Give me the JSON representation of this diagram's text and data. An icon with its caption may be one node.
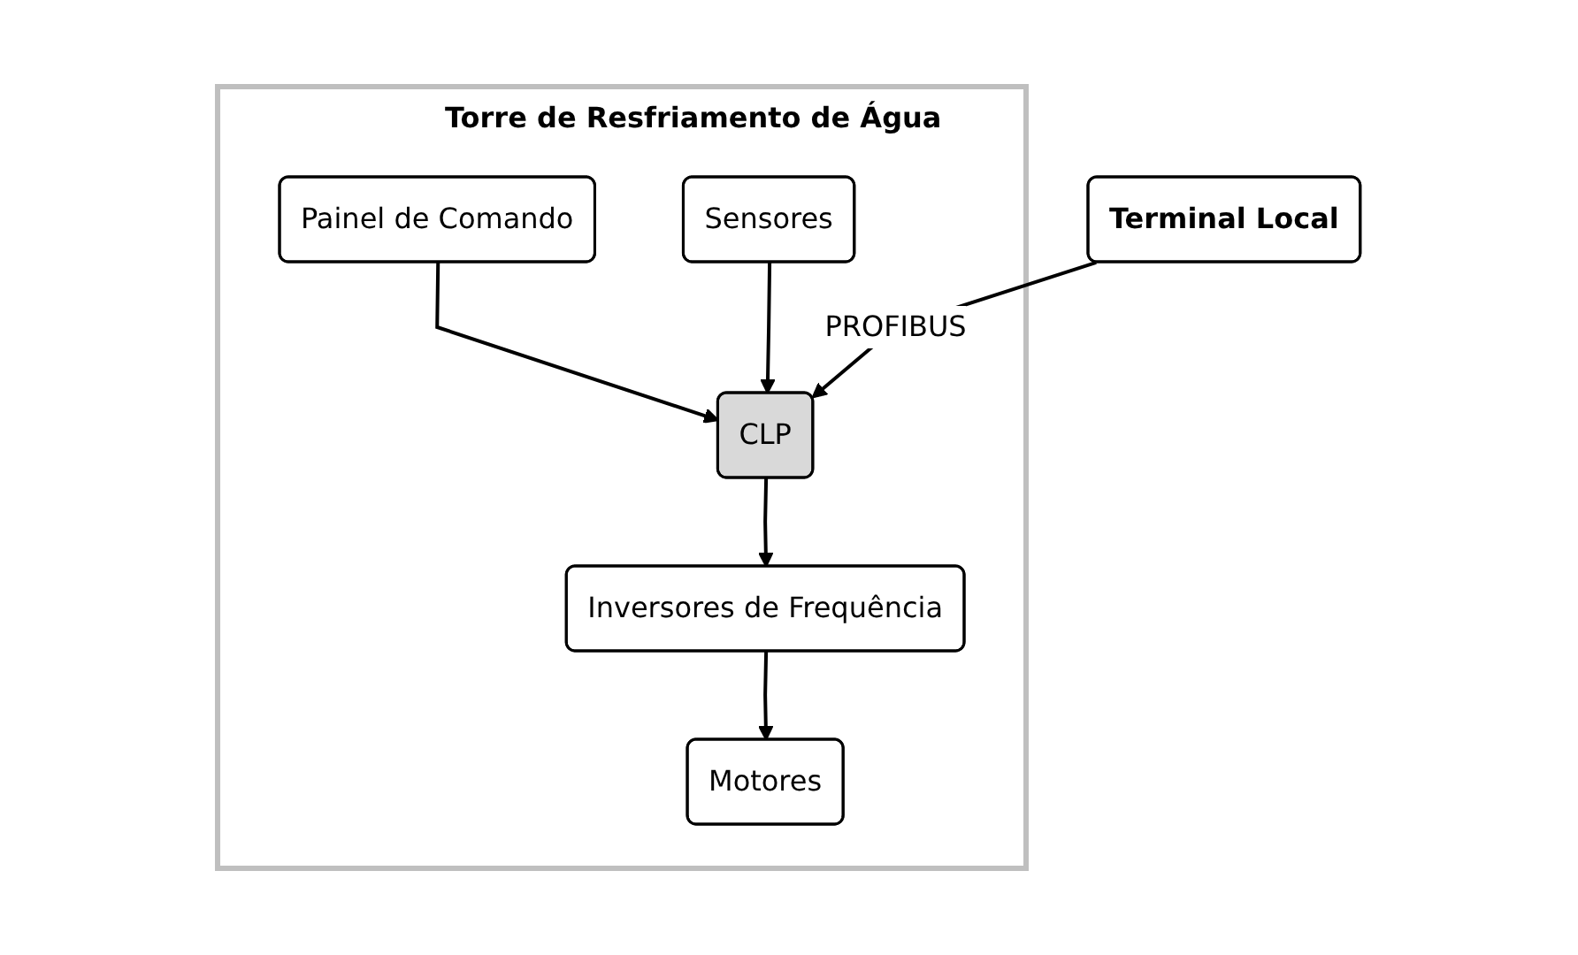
{
  "diagram": {
    "nodes": [
      {
        "text": [
          "Torre de Resfriamento de Água"
        ]
      },
      {
        "text": [
          "Painel de Comando"
        ],
        "in": 0
      },
      {
        "text": [
          "Sensores"
        ],
        "in": 0
      },
      {
        "text": [
          "CLP"
        ],
        "in": 0
      },
      {
        "text": [
          "Inversores de Frequência"
        ],
        "in": 0
      },
      {
        "text": [
          "Motores"
        ],
        "in": 0
      },
      {
        "text": [
          "Terminal Local"
        ]
      }
    ],
    "edges": [
      {
        "from": 1,
        "to": 3,
        "arrow": "to"
      },
      {
        "from": 2,
        "to": 3,
        "arrow": "to"
      },
      {
        "from": 6,
        "to": 3,
        "arrow": "to",
        "label": "PROFIBUS"
      },
      {
        "from": 3,
        "to": 4,
        "arrow": "to"
      },
      {
        "from": 4,
        "to": 5,
        "arrow": "to"
      }
    ]
  }
}
